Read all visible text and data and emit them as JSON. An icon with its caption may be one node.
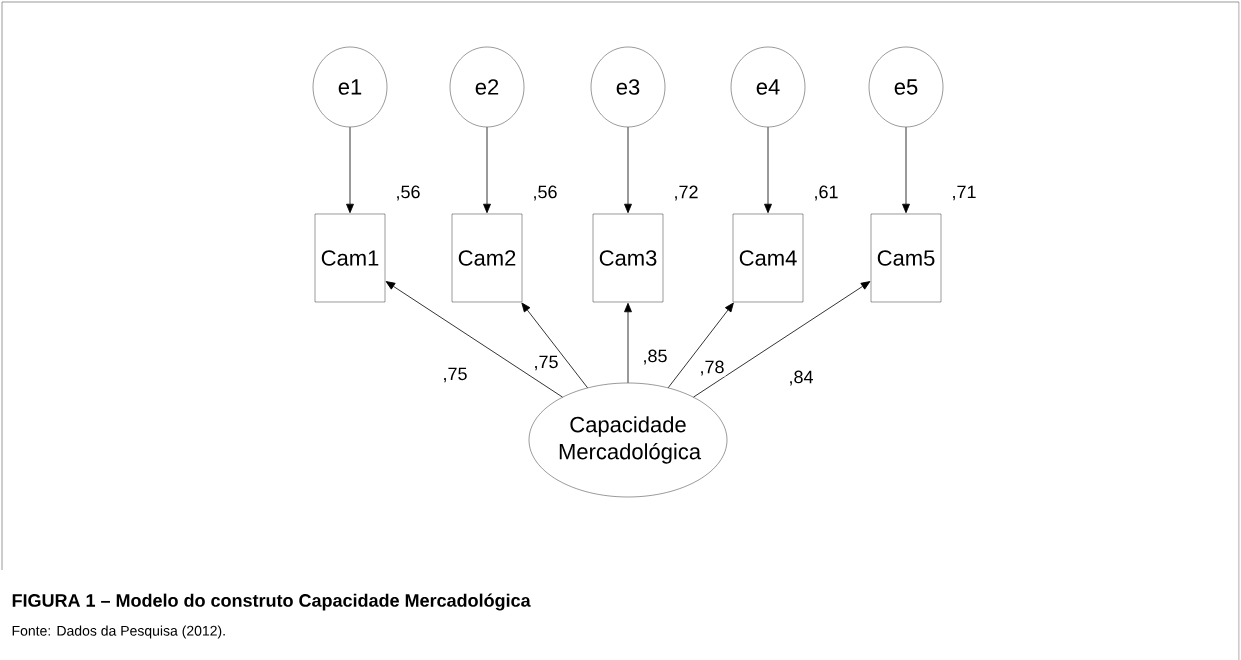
{
  "diagram": {
    "caption": "FIGURA 1 – Modelo do construto Capacidade Mercadológica",
    "nodes": [
      {
        "text": [
          "e1"
        ]
      },
      {
        "text": [
          "e2"
        ]
      },
      {
        "text": [
          "e3"
        ]
      },
      {
        "text": [
          "e4"
        ]
      },
      {
        "text": [
          "e5"
        ]
      },
      {
        "text": [
          "Cam1"
        ],
        "beside": [
          ",56"
        ]
      },
      {
        "text": [
          "Cam2"
        ],
        "beside": [
          ",56"
        ]
      },
      {
        "text": [
          "Cam3"
        ],
        "beside": [
          ",72"
        ]
      },
      {
        "text": [
          "Cam4"
        ],
        "beside": [
          ",61"
        ]
      },
      {
        "text": [
          "Cam5"
        ],
        "beside": [
          ",71"
        ]
      },
      {
        "text": [
          "Capacidade Mercadológica"
        ]
      }
    ],
    "edges": [
      {
        "from": 0,
        "to": 5,
        "arrow": "to"
      },
      {
        "from": 1,
        "to": 6,
        "arrow": "to"
      },
      {
        "from": 2,
        "to": 7,
        "arrow": "to"
      },
      {
        "from": 3,
        "to": 8,
        "arrow": "to"
      },
      {
        "from": 4,
        "to": 9,
        "arrow": "to"
      },
      {
        "from": 10,
        "to": 5,
        "arrow": "to",
        "label": ",75"
      },
      {
        "from": 10,
        "to": 6,
        "arrow": "to",
        "label": ",75"
      },
      {
        "from": 10,
        "to": 7,
        "arrow": "to",
        "label": ",85"
      },
      {
        "from": 10,
        "to": 8,
        "arrow": "to",
        "label": ",78"
      },
      {
        "from": 10,
        "to": 9,
        "arrow": "to",
        "label": ",84"
      }
    ],
    "labels": [
      "Fonte: Dados da Pesquisa (2012)."
    ]
  }
}
